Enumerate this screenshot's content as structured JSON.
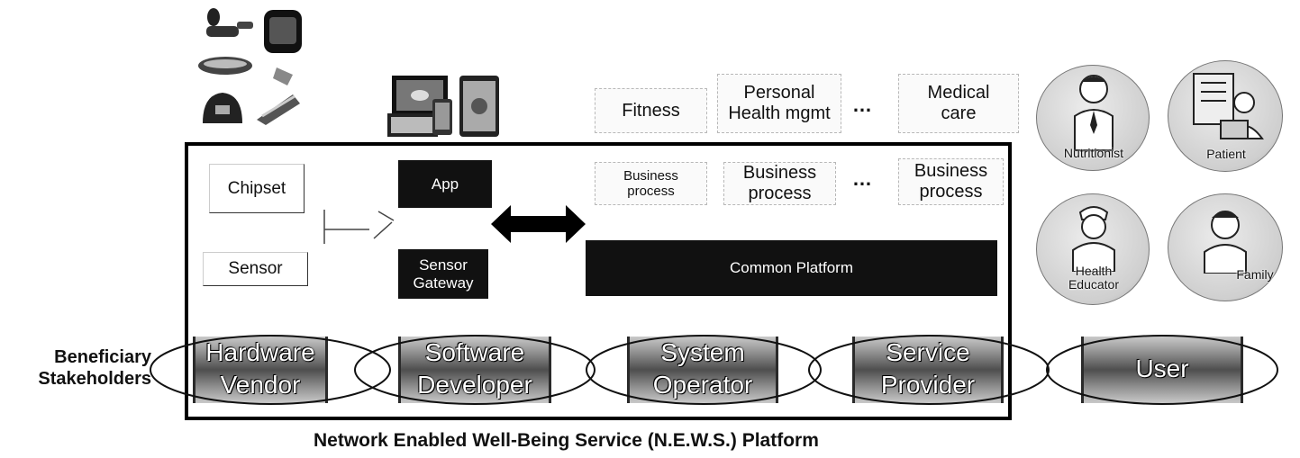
{
  "services": {
    "fitness": "Fitness",
    "personal_health": [
      "Personal",
      "Health mgmt"
    ],
    "ellipsis": "…",
    "medical_care": [
      "Medical",
      "care"
    ]
  },
  "business_processes": [
    [
      "Business",
      "process"
    ],
    [
      "Business",
      "process"
    ],
    [
      "Business",
      "process"
    ]
  ],
  "components": {
    "chipset": "Chipset",
    "sensor": "Sensor",
    "app": "App",
    "sensor_gateway": [
      "Sensor",
      "Gateway"
    ],
    "common_platform": "Common Platform"
  },
  "users": {
    "nutritionist": "Nutritionist",
    "patient": "Patient",
    "health_educator": [
      "Health",
      "Educator"
    ],
    "family": "Family"
  },
  "stakeholders_label": [
    "Beneficiary",
    "Stakeholders"
  ],
  "stakeholders": [
    [
      "Hardware",
      "Vendor"
    ],
    [
      "Software",
      "Developer"
    ],
    [
      "System",
      "Operator"
    ],
    [
      "Service",
      "Provider"
    ],
    [
      "User"
    ]
  ],
  "platform_caption": "Network Enabled Well-Being Service (N.E.W.S.) Platform",
  "colors": {
    "dark_box": "#111111",
    "frame": "#000000",
    "stakeholder_bar": "#4e4e4e"
  },
  "icons": [
    "wearable-devices-icon",
    "computer-tablet-phone-icon",
    "double-arrow-icon"
  ]
}
